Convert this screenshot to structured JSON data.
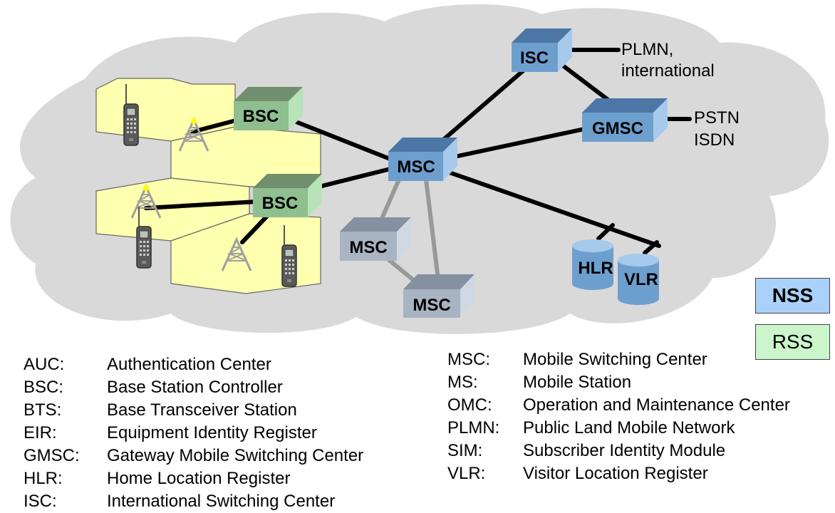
{
  "nodes": {
    "bsc_top": "BSC",
    "bsc_bottom": "BSC",
    "msc_main": "MSC",
    "msc_left": "MSC",
    "msc_bottom": "MSC",
    "isc": "ISC",
    "gmsc": "GMSC",
    "hlr": "HLR",
    "vlr": "VLR"
  },
  "external": {
    "plmn_line1": "PLMN,",
    "plmn_line2": "international",
    "pstn": "PSTN",
    "isdn": "ISDN"
  },
  "legend": {
    "nss": "NSS",
    "rss": "RSS"
  },
  "colors": {
    "cloud": "#d9d9d9",
    "cell": "#ffffb0",
    "nss_box": "#6d9fce",
    "rss_box": "#8fbf8f",
    "inactive_box": "#a9b4c2",
    "nss_legend": "#a9d1f9",
    "rss_legend": "#ccf5cc"
  },
  "glossary_left": [
    {
      "abbr": "AUC:",
      "full": "Authentication Center"
    },
    {
      "abbr": "BSC:",
      "full": "Base Station Controller"
    },
    {
      "abbr": "BTS:",
      "full": "Base Transceiver Station"
    },
    {
      "abbr": "EIR:",
      "full": "Equipment Identity Register"
    },
    {
      "abbr": "GMSC:",
      "full": "Gateway Mobile Switching Center"
    },
    {
      "abbr": "HLR:",
      "full": "Home Location Register"
    },
    {
      "abbr": "ISC:",
      "full": "International Switching Center"
    }
  ],
  "glossary_right": [
    {
      "abbr": "MSC:",
      "full": "Mobile Switching Center"
    },
    {
      "abbr": "MS:",
      "full": "Mobile Station"
    },
    {
      "abbr": "OMC:",
      "full": "Operation and Maintenance Center"
    },
    {
      "abbr": "PLMN:",
      "full": "Public Land Mobile Network"
    },
    {
      "abbr": "SIM:",
      "full": "Subscriber Identity Module"
    },
    {
      "abbr": "VLR:",
      "full": "Visitor Location Register"
    }
  ]
}
